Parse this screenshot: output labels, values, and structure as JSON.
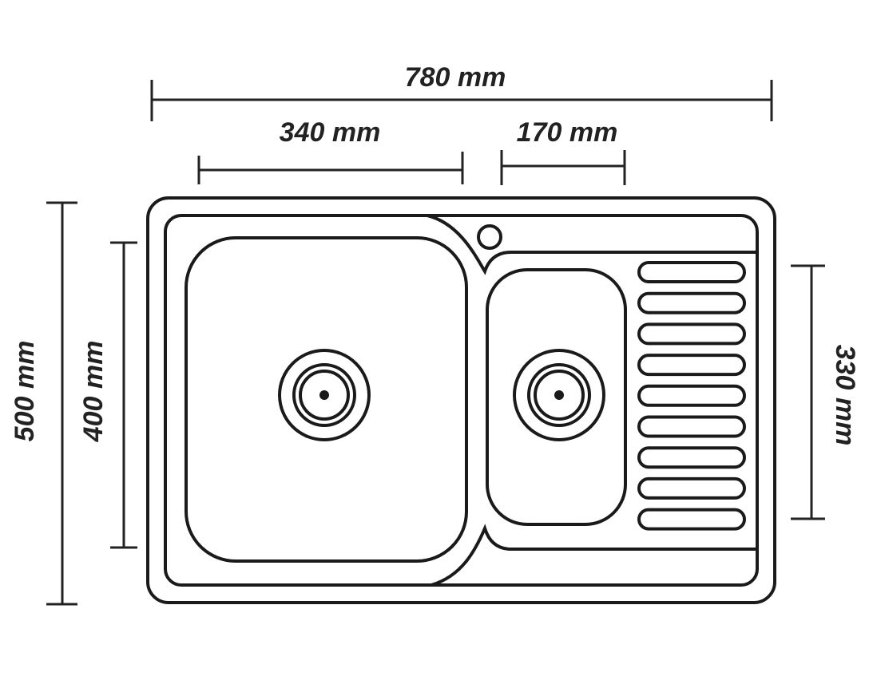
{
  "dimensions": {
    "total_width": "780 mm",
    "main_bowl_width": "340 mm",
    "small_bowl_width": "170 mm",
    "total_depth": "500 mm",
    "main_bowl_depth": "400 mm",
    "small_bowl_depth": "330 mm"
  },
  "drainboard_grooves": 9
}
